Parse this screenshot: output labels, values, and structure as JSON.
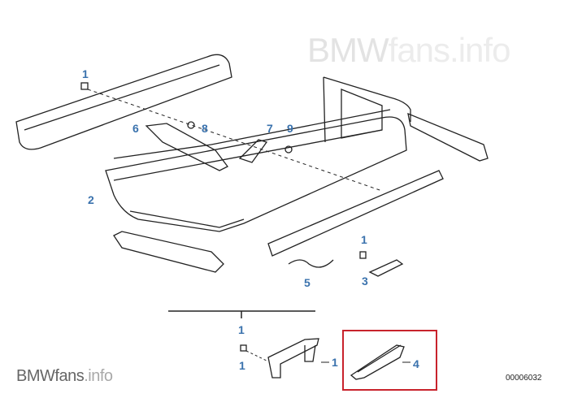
{
  "watermark": {
    "brand": "BMW",
    "suffix": "fans",
    "tld": ".info"
  },
  "diagram_number": "00006032",
  "highlight_color": "#c8232c",
  "label_color": "#3a72ad",
  "callouts": [
    {
      "part": "1"
    },
    {
      "part": "6"
    },
    {
      "part": "8"
    },
    {
      "part": "7"
    },
    {
      "part": "9"
    },
    {
      "part": "2"
    },
    {
      "part": "1"
    },
    {
      "part": "5"
    },
    {
      "part": "3"
    },
    {
      "part": "1"
    },
    {
      "part": "1"
    },
    {
      "part": "1"
    },
    {
      "part": "4"
    }
  ]
}
